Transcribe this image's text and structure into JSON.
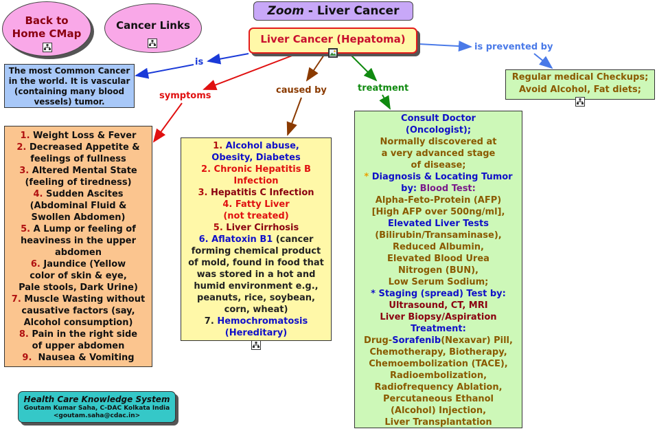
{
  "header": {
    "title_zoom": "Zoom",
    "title_sep": " - ",
    "title_topic": "Liver Cancer"
  },
  "nav": {
    "back_line1": "Back to",
    "back_line2": "Home CMap",
    "cancer_links": "Cancer Links"
  },
  "central": {
    "label": "Liver Cancer (Hepatoma)"
  },
  "links": {
    "is": "is",
    "is_prevented_by": "is prevented by",
    "symptoms": "symptoms",
    "caused_by": "caused by",
    "treatment": "treatment"
  },
  "definition": {
    "lines": [
      "The most Common Cancer",
      "in the world. It is vascular",
      "(containing many blood",
      "vessels) tumor."
    ]
  },
  "prevention": {
    "lines": [
      "Regular medical Checkups;",
      "Avoid Alcohol, Fat diets;"
    ]
  },
  "symptoms": {
    "lines": [
      {
        "num": "1.",
        "text": "Weight Loss & Fever"
      },
      {
        "num": "2.",
        "text": "Decreased Appetite &"
      },
      {
        "num": "",
        "text": "feelings of fullness"
      },
      {
        "num": "3.",
        "text": "Altered Mental State"
      },
      {
        "num": "",
        "text": "(feeling of tiredness)"
      },
      {
        "num": "4.",
        "text": "Sudden Ascites"
      },
      {
        "num": "",
        "text": "(Abdominal Fluid &"
      },
      {
        "num": "",
        "text": "Swollen Abdomen)"
      },
      {
        "num": "5.",
        "text": "A Lump or feeling of"
      },
      {
        "num": "",
        "text": "heaviness in the upper"
      },
      {
        "num": "",
        "text": "abdomen"
      },
      {
        "num": "6.",
        "text": "Jaundice (Yellow"
      },
      {
        "num": "",
        "text": "color of skin & eye,"
      },
      {
        "num": "",
        "text": "Pale stools, Dark Urine)"
      },
      {
        "num": "7.",
        "text": "Muscle Wasting without"
      },
      {
        "num": "",
        "text": "causative factors (say,"
      },
      {
        "num": "",
        "text": "Alcohol consumption)"
      },
      {
        "num": "8.",
        "text": "Pain in the right side"
      },
      {
        "num": "",
        "text": "of upper abdomen"
      },
      {
        "num": "9.",
        "text": " Nausea & Vomiting"
      }
    ]
  },
  "causes": {
    "lines": [
      {
        "parts": [
          {
            "t": "1. ",
            "c": "num"
          },
          {
            "t": "Alcohol abuse,",
            "c": "blue"
          }
        ]
      },
      {
        "parts": [
          {
            "t": "Obesity, Diabetes",
            "c": "blue"
          }
        ]
      },
      {
        "parts": [
          {
            "t": "2. Chronic Hepatitis B",
            "c": "red"
          }
        ]
      },
      {
        "parts": [
          {
            "t": "Infection",
            "c": "red"
          }
        ]
      },
      {
        "parts": [
          {
            "t": "3. ",
            "c": "num"
          },
          {
            "t": "Hepatitis C Infection",
            "c": "dred"
          }
        ]
      },
      {
        "parts": [
          {
            "t": "4. Fatty Liver",
            "c": "red"
          }
        ]
      },
      {
        "parts": [
          {
            "t": "(not treated)",
            "c": "red"
          }
        ]
      },
      {
        "parts": [
          {
            "t": "5. ",
            "c": "num"
          },
          {
            "t": "Liver Cirrhosis",
            "c": "dred"
          }
        ]
      },
      {
        "parts": [
          {
            "t": "6. Aflatoxin B1",
            "c": "blue"
          },
          {
            "t": " (cancer",
            "c": "dark"
          }
        ]
      },
      {
        "parts": [
          {
            "t": "forming chemical product",
            "c": "dark"
          }
        ]
      },
      {
        "parts": [
          {
            "t": "of mold, found in food that",
            "c": "dark"
          }
        ]
      },
      {
        "parts": [
          {
            "t": "was stored in a hot and",
            "c": "dark"
          }
        ]
      },
      {
        "parts": [
          {
            "t": "humid environment e.g.,",
            "c": "dark"
          }
        ]
      },
      {
        "parts": [
          {
            "t": "peanuts, rice, soybean,",
            "c": "dark"
          }
        ]
      },
      {
        "parts": [
          {
            "t": "corn, wheat)",
            "c": "dark"
          }
        ]
      },
      {
        "parts": [
          {
            "t": "7. ",
            "c": "dark"
          },
          {
            "t": "Hemochromatosis",
            "c": "blue"
          }
        ]
      },
      {
        "parts": [
          {
            "t": "(Hereditary)",
            "c": "blue"
          }
        ]
      }
    ]
  },
  "treatment": {
    "lines": [
      {
        "parts": [
          {
            "t": "Consult Doctor",
            "c": "blue"
          }
        ]
      },
      {
        "parts": [
          {
            "t": "(Oncologist);",
            "c": "blue"
          }
        ]
      },
      {
        "parts": [
          {
            "t": "Normally discovered at",
            "c": "brown"
          }
        ]
      },
      {
        "parts": [
          {
            "t": "a very advanced stage",
            "c": "brown"
          }
        ]
      },
      {
        "parts": [
          {
            "t": "of disease;",
            "c": "brown"
          }
        ]
      },
      {
        "parts": [
          {
            "t": "* ",
            "c": "orange"
          },
          {
            "t": "Diagnosis & Locating Tumor",
            "c": "blue"
          }
        ]
      },
      {
        "parts": [
          {
            "t": "by: ",
            "c": "blue"
          },
          {
            "t": "Blood Test:",
            "c": "purple"
          }
        ]
      },
      {
        "parts": [
          {
            "t": "Alpha-Feto-Protein (AFP)",
            "c": "brown"
          }
        ]
      },
      {
        "parts": [
          {
            "t": "[High AFP over 500ng/ml],",
            "c": "brown"
          }
        ]
      },
      {
        "parts": [
          {
            "t": "Elevated Liver Tests",
            "c": "blue"
          }
        ]
      },
      {
        "parts": [
          {
            "t": "(Bilirubin/Transaminase),",
            "c": "brown"
          }
        ]
      },
      {
        "parts": [
          {
            "t": "Reduced Albumin,",
            "c": "brown"
          }
        ]
      },
      {
        "parts": [
          {
            "t": "Elevated Blood Urea",
            "c": "brown"
          }
        ]
      },
      {
        "parts": [
          {
            "t": "Nitrogen (BUN),",
            "c": "brown"
          }
        ]
      },
      {
        "parts": [
          {
            "t": "Low Serum Sodium;",
            "c": "brown"
          }
        ]
      },
      {
        "parts": [
          {
            "t": "* Staging (spread) Test by:",
            "c": "blue"
          }
        ]
      },
      {
        "parts": [
          {
            "t": "Ultrasound, CT, MRI",
            "c": "dred"
          }
        ]
      },
      {
        "parts": [
          {
            "t": "Liver Biopsy/Aspiration",
            "c": "dred"
          }
        ]
      },
      {
        "parts": [
          {
            "t": "Treatment:",
            "c": "blue"
          }
        ]
      },
      {
        "parts": [
          {
            "t": "Drug-",
            "c": "brown"
          },
          {
            "t": "Sorafenib",
            "c": "blue"
          },
          {
            "t": "(Nexavar) Pill,",
            "c": "brown"
          }
        ]
      },
      {
        "parts": [
          {
            "t": "Chemotherapy, Biotherapy,",
            "c": "brown"
          }
        ]
      },
      {
        "parts": [
          {
            "t": "Chemoembolization (TACE),",
            "c": "brown"
          }
        ]
      },
      {
        "parts": [
          {
            "t": "Radioembolization,",
            "c": "brown"
          }
        ]
      },
      {
        "parts": [
          {
            "t": "Radiofrequency Ablation,",
            "c": "brown"
          }
        ]
      },
      {
        "parts": [
          {
            "t": "Percutaneous Ethanol",
            "c": "brown"
          }
        ]
      },
      {
        "parts": [
          {
            "t": "(Alcohol) Injection,",
            "c": "brown"
          }
        ]
      },
      {
        "parts": [
          {
            "t": "Liver Transplantation",
            "c": "brown"
          }
        ]
      }
    ]
  },
  "footer": {
    "line1": "Health Care Knowledge System",
    "line2": "Goutam Kumar Saha, C-DAC Kolkata India",
    "line3": "<goutam.saha@cdac.in>"
  },
  "icons": {
    "resource": "cmap-resource-icon",
    "image": "image-icon"
  },
  "colors": {
    "title_bg": "#c8a8f8",
    "nav_bg": "#f9a8e8",
    "central_bg": "#fff8a8",
    "definition_bg": "#a8c8f8",
    "symptoms_bg": "#fbc58f",
    "treatment_bg": "#cdf8b8",
    "footer_bg": "#35c8c8",
    "link_blue": "#1a3ad8",
    "link_red": "#e01010",
    "link_brown": "#8a3a00",
    "link_green": "#108a10"
  }
}
